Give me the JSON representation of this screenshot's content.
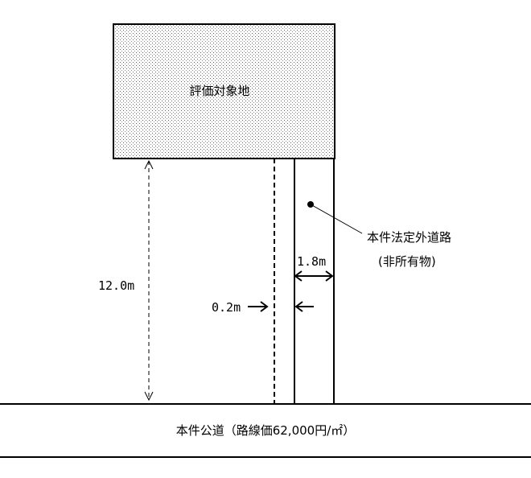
{
  "colors": {
    "line": "#000000",
    "background": "#ffffff",
    "hatch_dot": "#c0392b"
  },
  "subject_land": {
    "label": "評価対象地"
  },
  "private_road": {
    "label_line1": "本件法定外道路",
    "label_line2": "(非所有物)"
  },
  "dimensions": {
    "depth": "12.0m",
    "road_width": "1.8m",
    "gap": "0.2m"
  },
  "public_road": {
    "label": "本件公道（路線価62,000円/㎡）"
  }
}
